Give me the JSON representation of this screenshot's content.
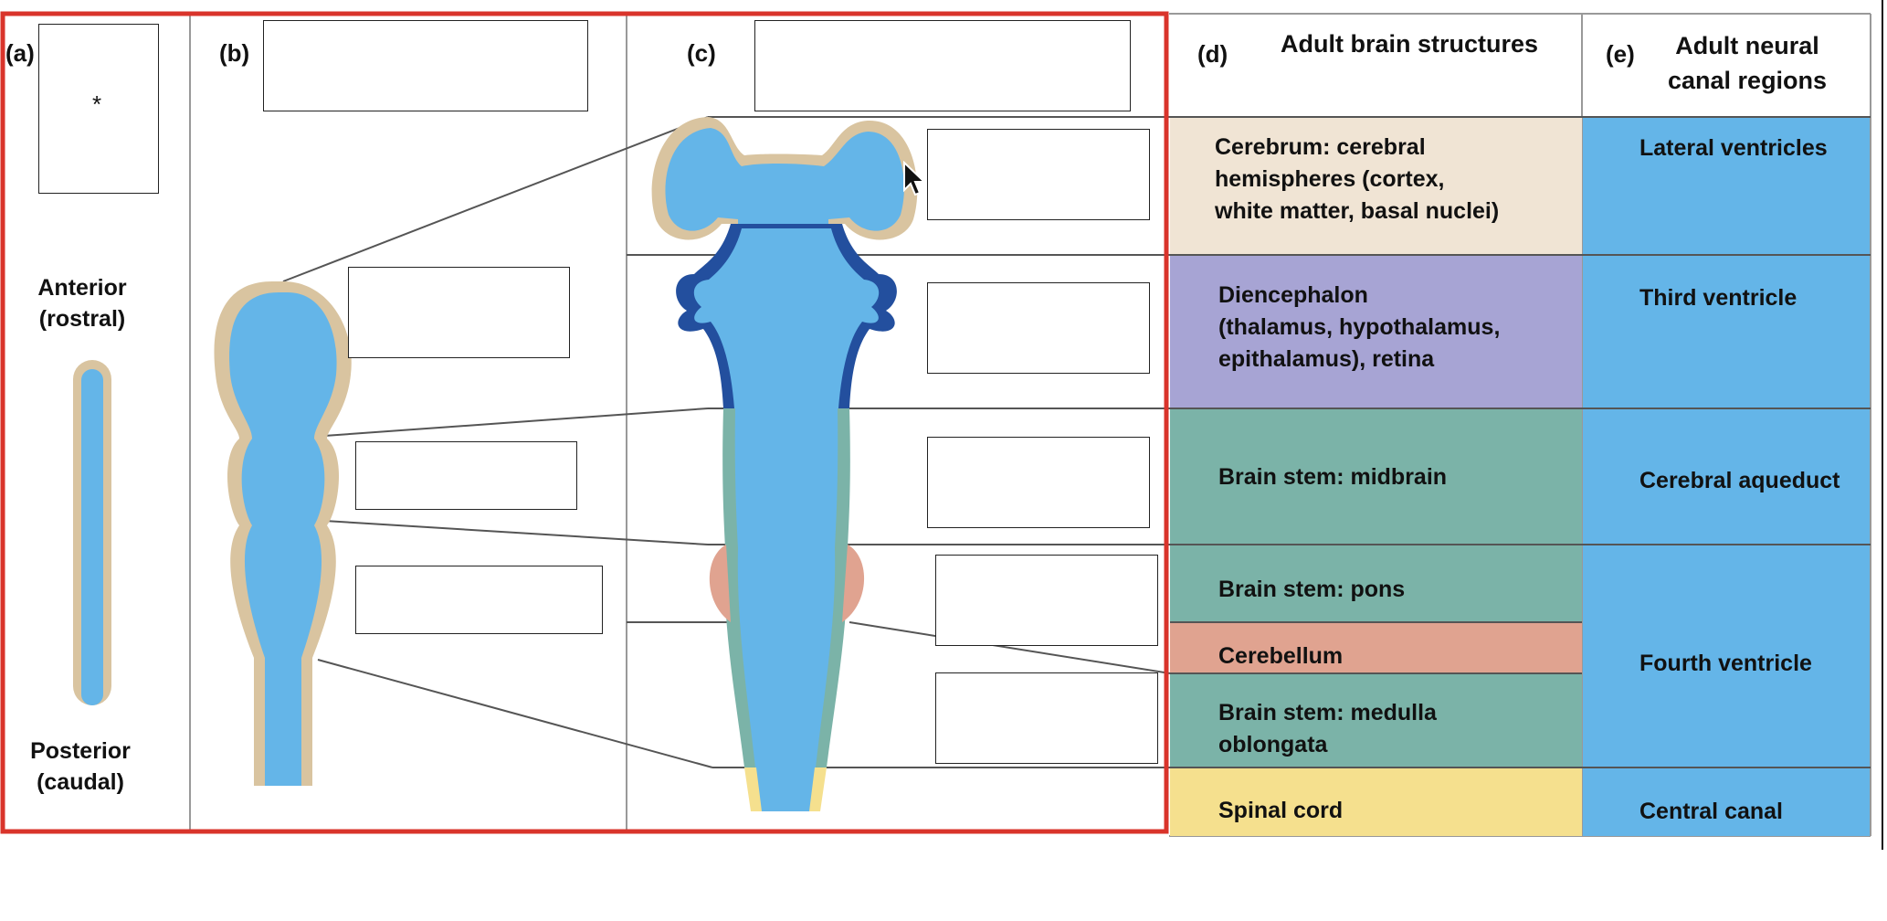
{
  "panels": {
    "a": {
      "label": "(a)",
      "box_mark": "*",
      "anterior": [
        "Anterior",
        "(rostral)"
      ],
      "posterior": [
        "Posterior",
        "(caudal)"
      ]
    },
    "b": {
      "label": "(b)"
    },
    "c": {
      "label": "(c)"
    },
    "d": {
      "label": "(d)",
      "header": "Adult brain structures",
      "rows": [
        {
          "lines": [
            "Cerebrum: cerebral",
            "hemispheres (cortex,",
            "white matter, basal nuclei)"
          ],
          "color": "#f0e4d4"
        },
        {
          "lines": [
            "Diencephalon",
            "(thalamus, hypothalamus,",
            "epithalamus), retina"
          ],
          "color": "#a7a4d4"
        },
        {
          "lines": [
            "Brain stem: midbrain"
          ],
          "color": "#7bb3a8"
        },
        {
          "lines": [
            "Brain stem: pons"
          ],
          "color": "#7bb3a8"
        },
        {
          "lines": [
            "Cerebellum"
          ],
          "color": "#e0a390"
        },
        {
          "lines": [
            "Brain stem: medulla",
            "oblongata"
          ],
          "color": "#7bb3a8"
        },
        {
          "lines": [
            "Spinal cord"
          ],
          "color": "#f5e08e"
        }
      ]
    },
    "e": {
      "label": "(e)",
      "header": [
        "Adult neural",
        "canal regions"
      ],
      "rows": [
        {
          "text": "Lateral ventricles"
        },
        {
          "text": "Third ventricle"
        },
        {
          "text": "Cerebral aqueduct"
        },
        {
          "text": "Fourth ventricle"
        },
        {
          "text": "Central canal"
        }
      ],
      "color": "#64b5e8"
    }
  },
  "colors": {
    "frame": "#d9342b",
    "canal": "#64b5e8",
    "wall_tan": "#d9c4a0",
    "forebrain_dark": "#234f9e",
    "brainstem": "#7bb3a8",
    "cerebellum": "#e0a390",
    "spinal": "#f5e08e"
  }
}
